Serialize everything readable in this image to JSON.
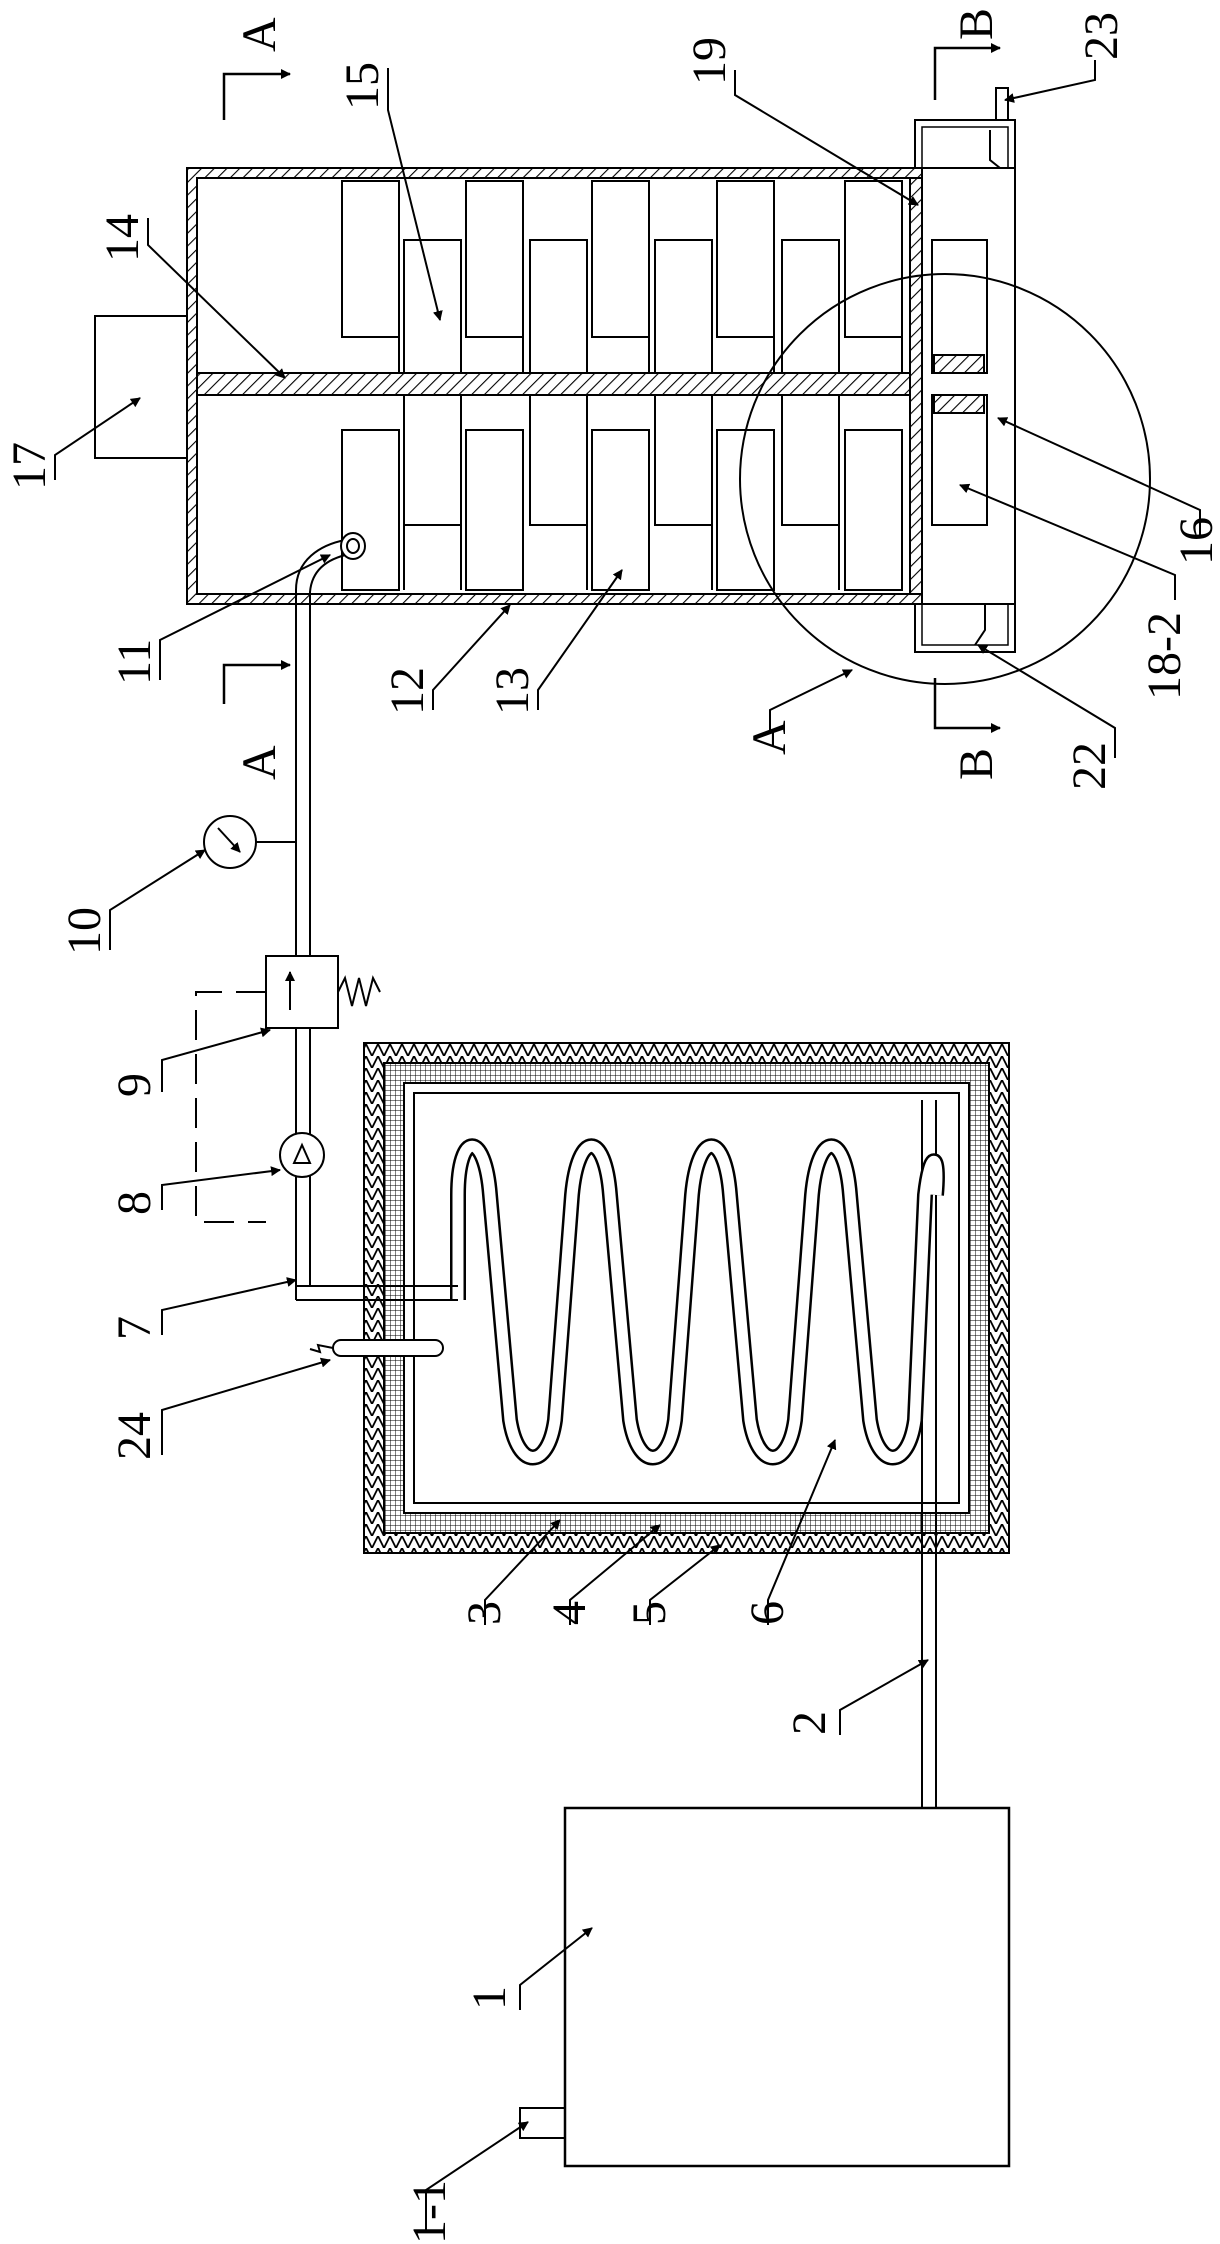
{
  "labels": {
    "l1_1": "1-1",
    "l1": "1",
    "l2": "2",
    "l3": "3",
    "l4": "4",
    "l5": "5",
    "l6": "6",
    "l7": "7",
    "l8": "8",
    "l9": "9",
    "l10": "10",
    "l11": "11",
    "l12": "12",
    "l13": "13",
    "l14": "14",
    "l15": "15",
    "l16": "16",
    "l17": "17",
    "l18_2": "18-2",
    "l19": "19",
    "l22": "22",
    "l23": "23",
    "l24": "24",
    "sectA_top": "A",
    "sectA_bottom": "A",
    "sectB_top": "B",
    "sectB_bottom": "B",
    "detailA": "A"
  }
}
